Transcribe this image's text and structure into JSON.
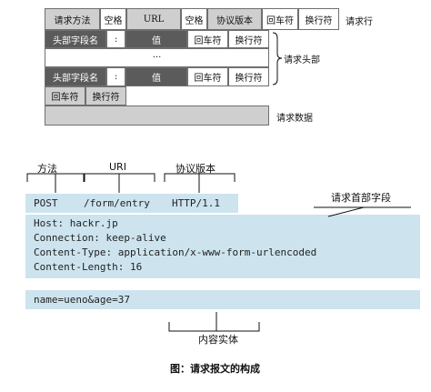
{
  "structure": {
    "request_line": {
      "method": "请求方法",
      "space1": "空格",
      "url": "URL",
      "space2": "空格",
      "version": "协议版本",
      "cr": "回车符",
      "lf": "换行符",
      "label": "请求行"
    },
    "header_row1": {
      "name": "头部字段名",
      "colon": ":",
      "value": "值",
      "cr": "回车符",
      "lf": "换行符"
    },
    "ellipsis": "···",
    "header_row2": {
      "name": "头部字段名",
      "colon": ":",
      "value": "值",
      "cr": "回车符",
      "lf": "换行符"
    },
    "headers_label": "请求头部",
    "blank_line": {
      "cr": "回车符",
      "lf": "换行符"
    },
    "body_label": "请求数据"
  },
  "example": {
    "labels": {
      "method": "方法",
      "uri": "URI",
      "version": "协议版本",
      "header_fields": "请求首部字段",
      "entity": "内容实体"
    },
    "request_line": {
      "method": "POST",
      "uri": "/form/entry",
      "version": "HTTP/1.1"
    },
    "headers": [
      "Host: hackr.jp",
      "Connection: keep-alive",
      "Content-Type: application/x-www-form-urlencoded",
      "Content-Length: 16"
    ],
    "body": "name=ueno&age=37"
  },
  "caption": "图：请求报文的构成"
}
